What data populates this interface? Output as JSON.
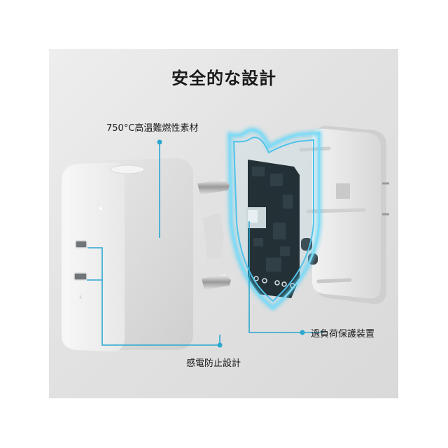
{
  "title": "安全的な設計",
  "callouts": {
    "material": "750°C高温難燃性素材",
    "overload": "過負荷保護装置",
    "shock": "感電防止設計"
  },
  "colors": {
    "accent": "#2aa7cf",
    "shield": "#5ad1f5",
    "background": "#e4e4e4"
  }
}
